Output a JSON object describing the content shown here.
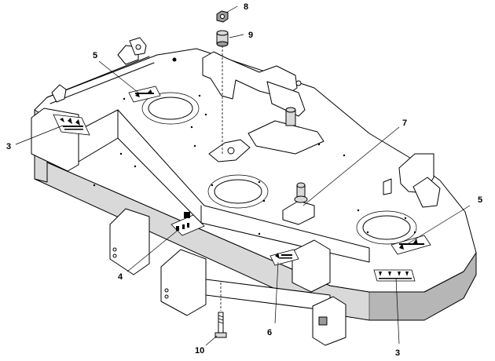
{
  "callouts": [
    {
      "id": "c3a",
      "label": "3"
    },
    {
      "id": "c3b",
      "label": "3"
    },
    {
      "id": "c4",
      "label": "4"
    },
    {
      "id": "c5a",
      "label": "5"
    },
    {
      "id": "c5b",
      "label": "5"
    },
    {
      "id": "c6",
      "label": "6"
    },
    {
      "id": "c7",
      "label": "7"
    },
    {
      "id": "c8",
      "label": "8"
    },
    {
      "id": "c9",
      "label": "9"
    },
    {
      "id": "c10",
      "label": "10"
    }
  ]
}
